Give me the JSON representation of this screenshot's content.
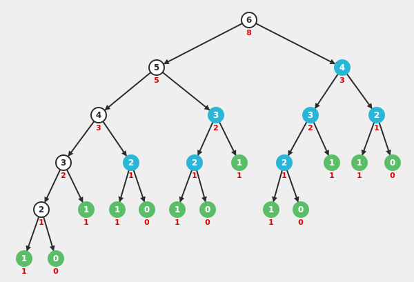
{
  "colors": {
    "background": "#efefef",
    "edge": "#2b2b2b",
    "value_label": "#e00000",
    "plain_fill": "#ffffff",
    "plain_stroke": "#2b2b2b",
    "plain_text": "#2b2b2b",
    "memo_fill": "#2ab6d6",
    "memo_text": "#ffffff",
    "base_fill": "#5cbd68",
    "base_text": "#ffffff"
  },
  "tree": {
    "nodes": [
      {
        "id": "n6",
        "label": "6",
        "value": "8",
        "kind": "plain"
      },
      {
        "id": "n5",
        "label": "5",
        "value": "5",
        "kind": "plain"
      },
      {
        "id": "n4r",
        "label": "4",
        "value": "3",
        "kind": "memo"
      },
      {
        "id": "n4",
        "label": "4",
        "value": "3",
        "kind": "plain"
      },
      {
        "id": "n3m",
        "label": "3",
        "value": "2",
        "kind": "memo"
      },
      {
        "id": "n3r",
        "label": "3",
        "value": "2",
        "kind": "memo"
      },
      {
        "id": "n2rr",
        "label": "2",
        "value": "1",
        "kind": "memo"
      },
      {
        "id": "n3",
        "label": "3",
        "value": "2",
        "kind": "plain"
      },
      {
        "id": "n2a",
        "label": "2",
        "value": "1",
        "kind": "memo"
      },
      {
        "id": "n2b",
        "label": "2",
        "value": "1",
        "kind": "memo"
      },
      {
        "id": "n1a",
        "label": "1",
        "value": "1",
        "kind": "base"
      },
      {
        "id": "n2c",
        "label": "2",
        "value": "1",
        "kind": "memo"
      },
      {
        "id": "n1b",
        "label": "1",
        "value": "1",
        "kind": "base"
      },
      {
        "id": "n1c",
        "label": "1",
        "value": "1",
        "kind": "base"
      },
      {
        "id": "n0a",
        "label": "0",
        "value": "0",
        "kind": "base"
      },
      {
        "id": "n2",
        "label": "2",
        "value": "1",
        "kind": "plain"
      },
      {
        "id": "n1d",
        "label": "1",
        "value": "1",
        "kind": "base"
      },
      {
        "id": "n1e",
        "label": "1",
        "value": "1",
        "kind": "base"
      },
      {
        "id": "n0b",
        "label": "0",
        "value": "0",
        "kind": "base"
      },
      {
        "id": "n1f",
        "label": "1",
        "value": "1",
        "kind": "base"
      },
      {
        "id": "n0c",
        "label": "0",
        "value": "0",
        "kind": "base"
      },
      {
        "id": "n1g",
        "label": "1",
        "value": "1",
        "kind": "base"
      },
      {
        "id": "n0d",
        "label": "0",
        "value": "0",
        "kind": "base"
      },
      {
        "id": "n1h",
        "label": "1",
        "value": "1",
        "kind": "base"
      },
      {
        "id": "n0e",
        "label": "0",
        "value": "0",
        "kind": "base"
      }
    ],
    "edges": [
      [
        "n6",
        "n5"
      ],
      [
        "n6",
        "n4r"
      ],
      [
        "n5",
        "n4"
      ],
      [
        "n5",
        "n3m"
      ],
      [
        "n4r",
        "n3r"
      ],
      [
        "n4r",
        "n2rr"
      ],
      [
        "n4",
        "n3"
      ],
      [
        "n4",
        "n2a"
      ],
      [
        "n3m",
        "n2b"
      ],
      [
        "n3m",
        "n1a"
      ],
      [
        "n3r",
        "n2c"
      ],
      [
        "n3r",
        "n1b"
      ],
      [
        "n2rr",
        "n1c"
      ],
      [
        "n2rr",
        "n0a"
      ],
      [
        "n3",
        "n2"
      ],
      [
        "n3",
        "n1d"
      ],
      [
        "n2a",
        "n1e"
      ],
      [
        "n2a",
        "n0b"
      ],
      [
        "n2b",
        "n1f"
      ],
      [
        "n2b",
        "n0c"
      ],
      [
        "n2c",
        "n1g"
      ],
      [
        "n2c",
        "n0d"
      ],
      [
        "n2",
        "n1h"
      ],
      [
        "n2",
        "n0e"
      ]
    ]
  }
}
